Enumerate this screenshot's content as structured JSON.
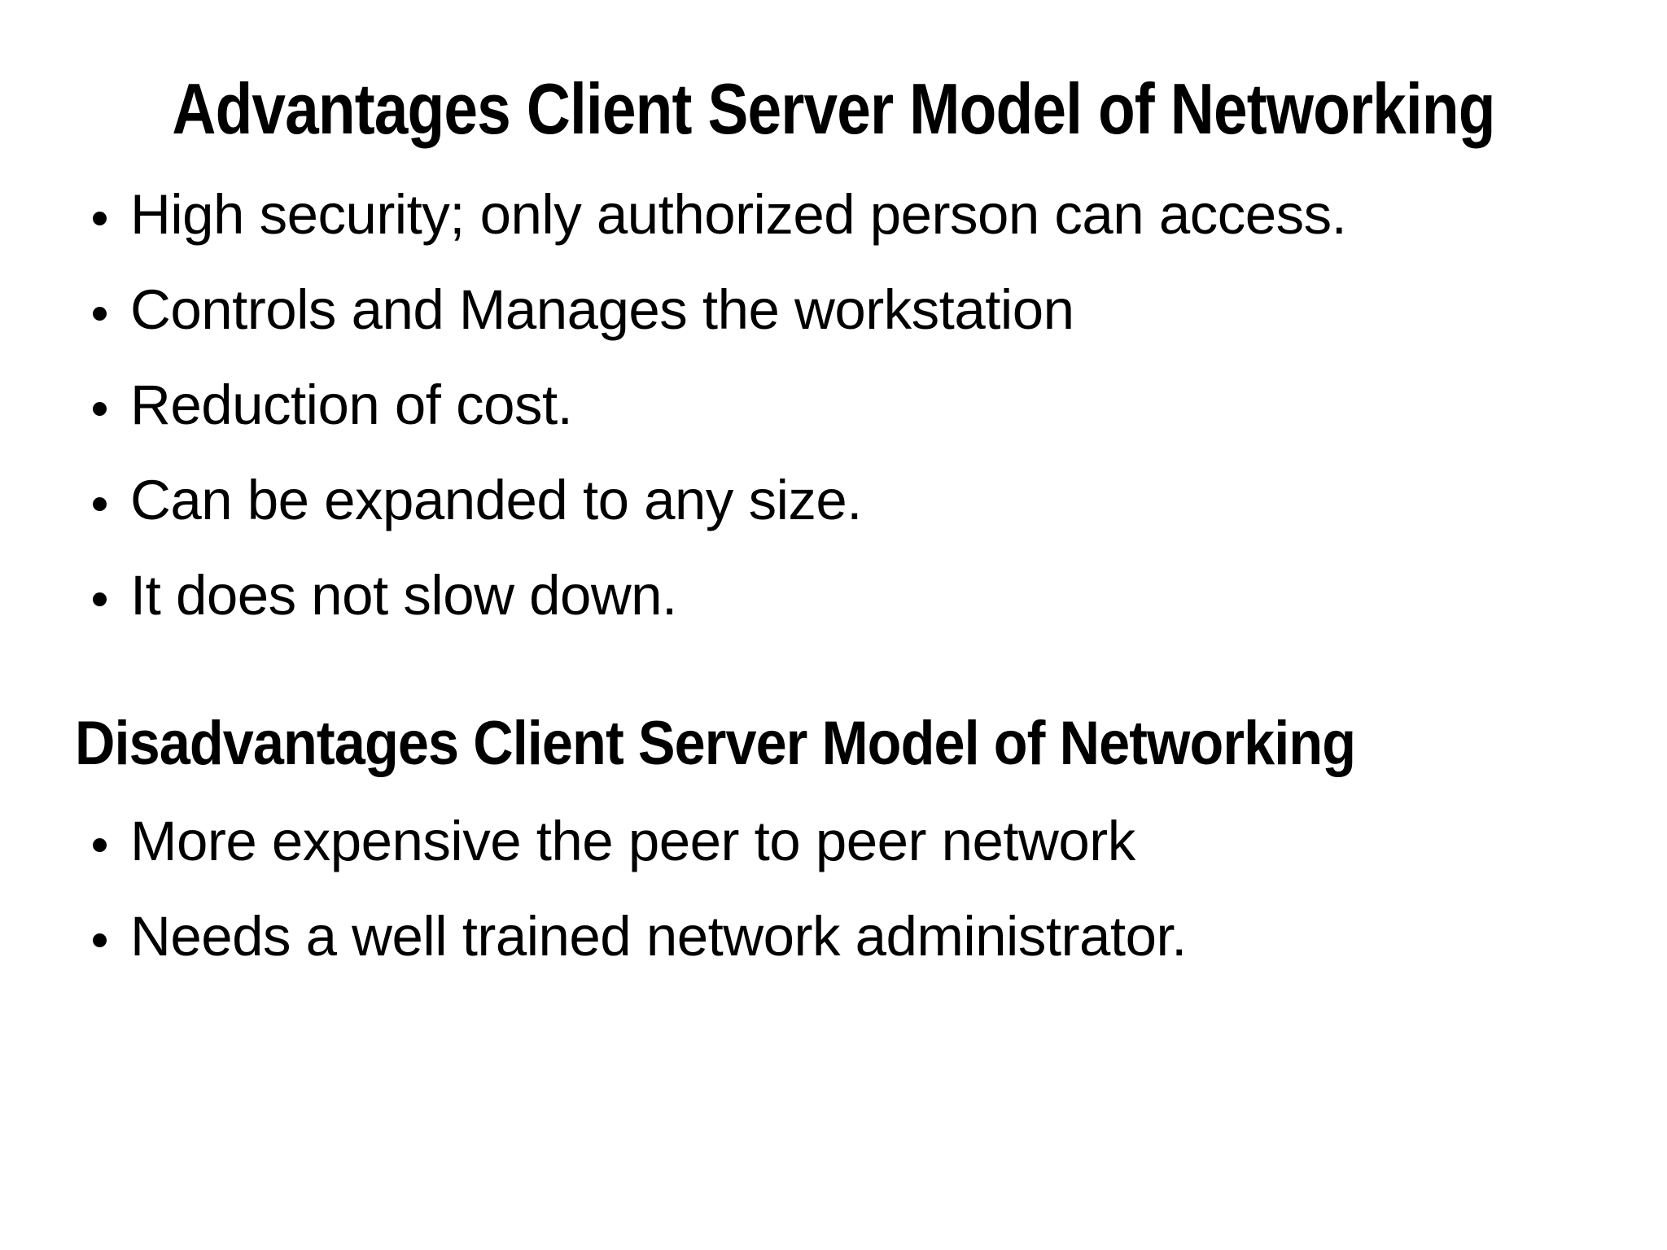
{
  "slide": {
    "title": "Advantages Client Server Model of Networking",
    "advantages": [
      "High security; only authorized person can access.",
      "Controls and Manages the workstation",
      "Reduction of cost.",
      "Can be expanded to any size.",
      "It does not slow down."
    ],
    "disadvantages_heading": "Disadvantages Client Server Model of Networking",
    "disadvantages": [
      "More expensive the peer to peer network",
      "Needs a well trained network administrator."
    ],
    "colors": {
      "text": "#000000",
      "background": "#ffffff"
    }
  }
}
